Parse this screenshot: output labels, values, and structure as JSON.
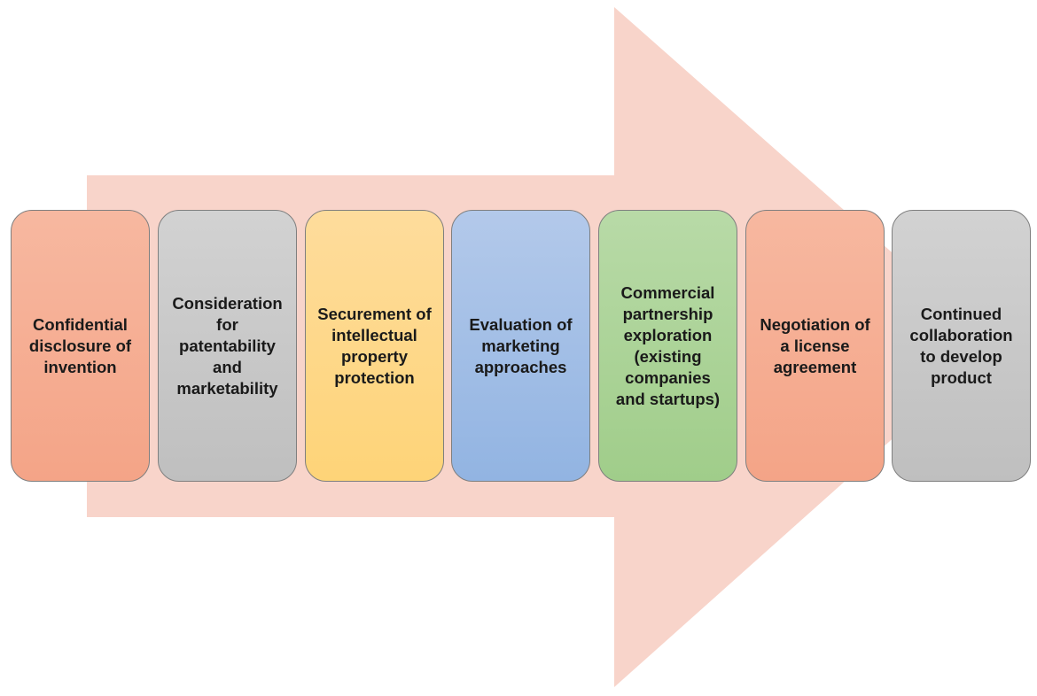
{
  "arrow": {
    "color": "#f8d4ca"
  },
  "steps": [
    {
      "label": "Confidential\ndisclosure of\ninvention",
      "color": "#f5ab8f"
    },
    {
      "label": "Consideration\nfor\npatentability\nand\nmarketability",
      "color": "#c8c8c8"
    },
    {
      "label": "Securement of\nintellectual\nproperty\nprotection",
      "color": "#fed78a"
    },
    {
      "label": "Evaluation of\nmarketing\napproaches",
      "color": "#a3bfe6"
    },
    {
      "label": "Commercial\npartnership\nexploration\n(existing\ncompanies\nand startups)",
      "color": "#acd398"
    },
    {
      "label": "Negotiation of\na license\nagreement",
      "color": "#f5ab8f"
    },
    {
      "label": "Continued\ncollaboration\nto develop\nproduct",
      "color": "#c8c8c8"
    }
  ]
}
